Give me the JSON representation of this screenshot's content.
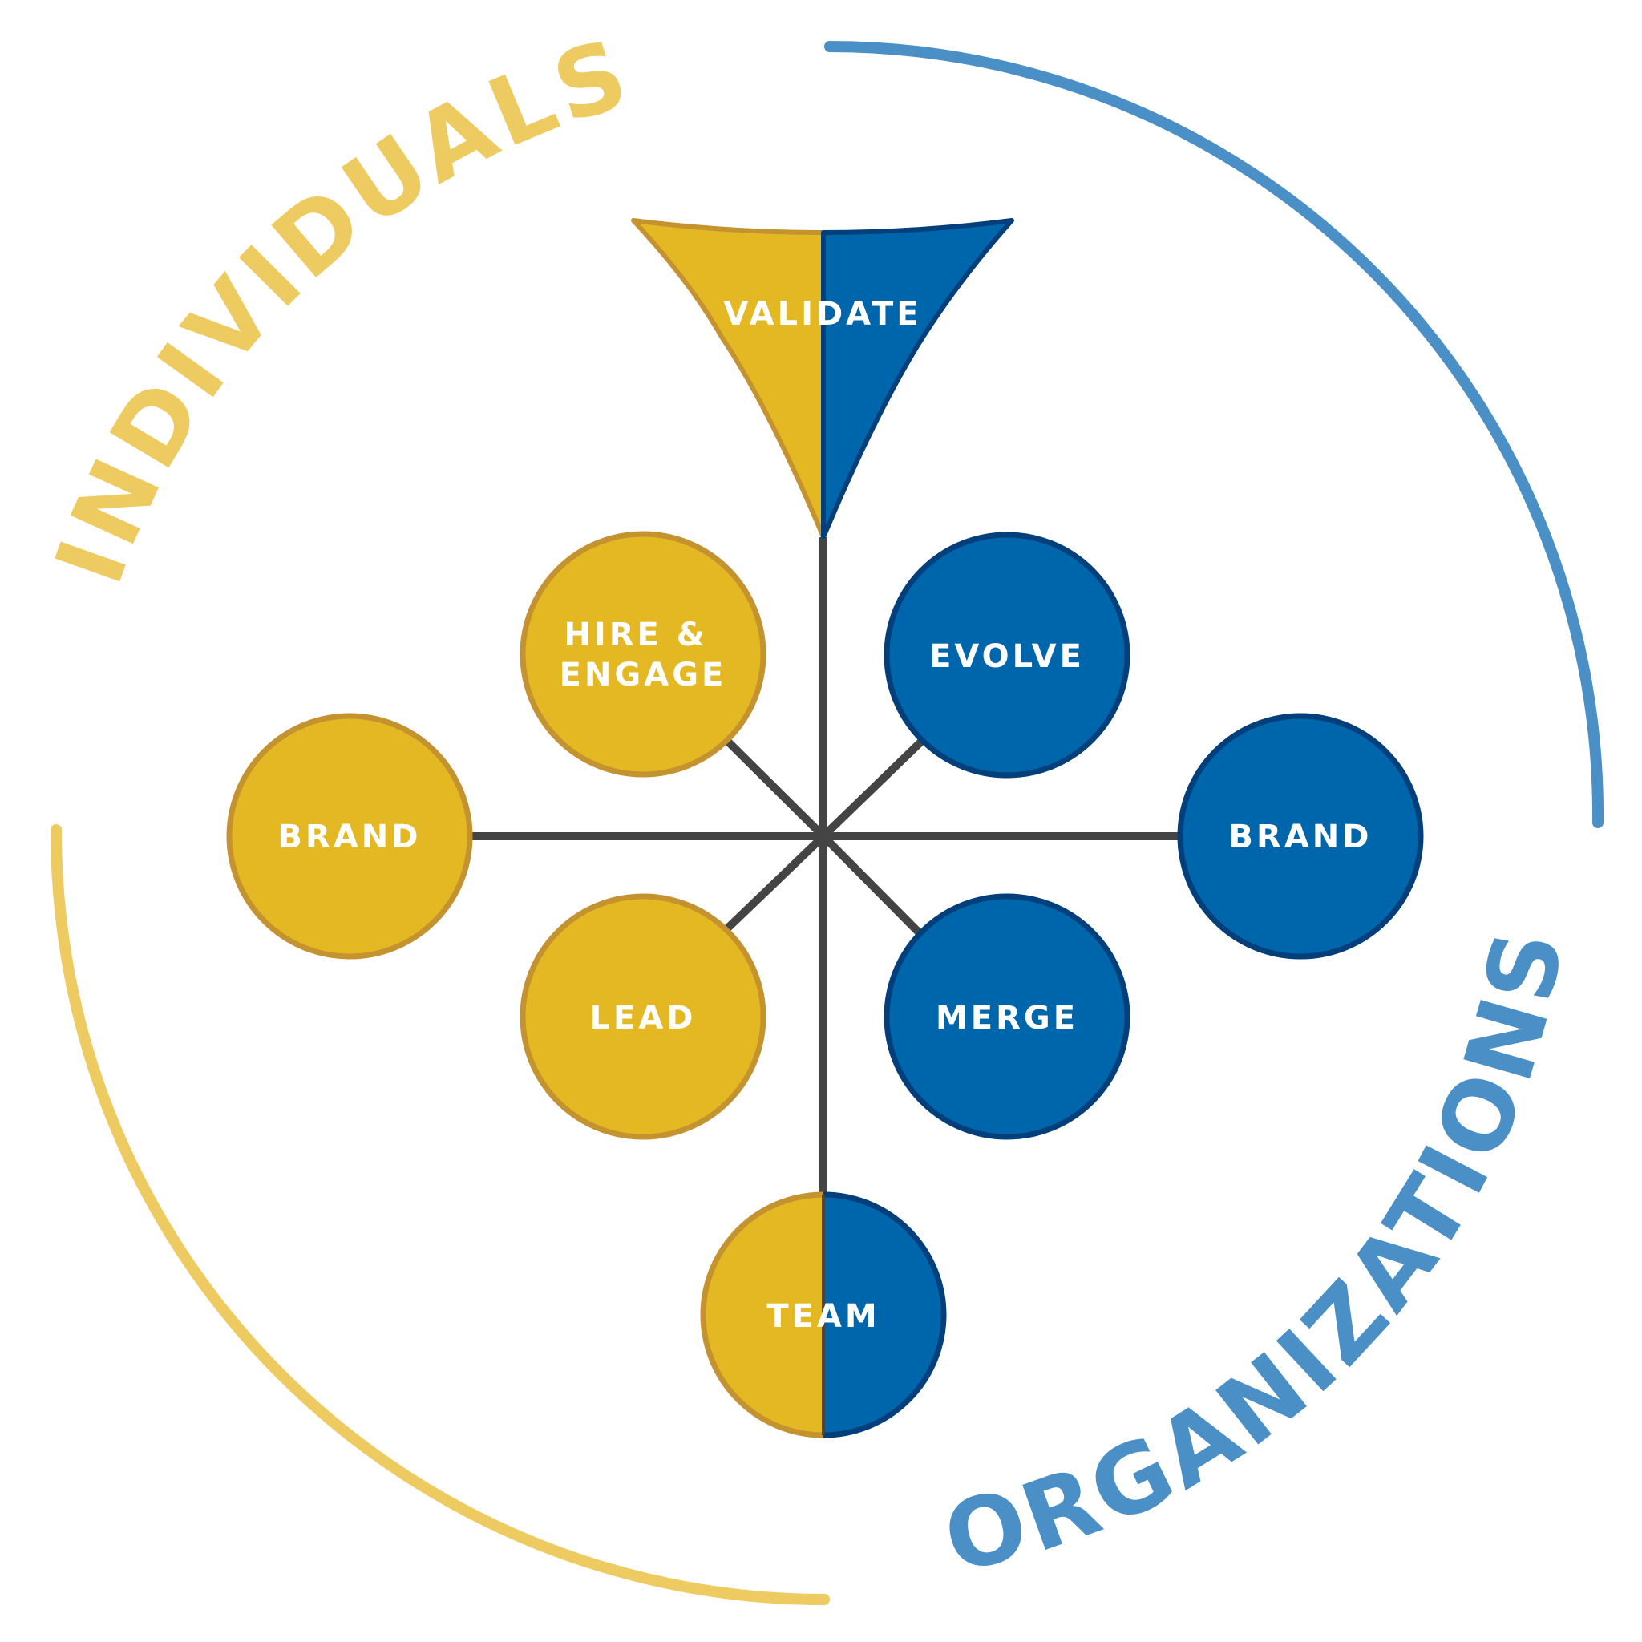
{
  "colors": {
    "gold": "#e4b823",
    "gold_stroke": "#c4922f",
    "blue": "#0066ab",
    "blue_stroke": "#033f7a",
    "ring_gold": "#eecb60",
    "ring_blue": "#4a8fc6",
    "spoke": "#444444",
    "label": "#ffffff"
  },
  "arcs": {
    "individuals": "INDIVIDUALS",
    "organizations": "ORGANIZATIONS"
  },
  "nodes": {
    "validate": "VALIDATE",
    "hire_engage": [
      "HIRE &",
      "ENGAGE"
    ],
    "evolve": "EVOLVE",
    "brand_individual": "BRAND",
    "brand_organization": "BRAND",
    "lead": "LEAD",
    "merge": "MERGE",
    "team": "TEAM"
  }
}
